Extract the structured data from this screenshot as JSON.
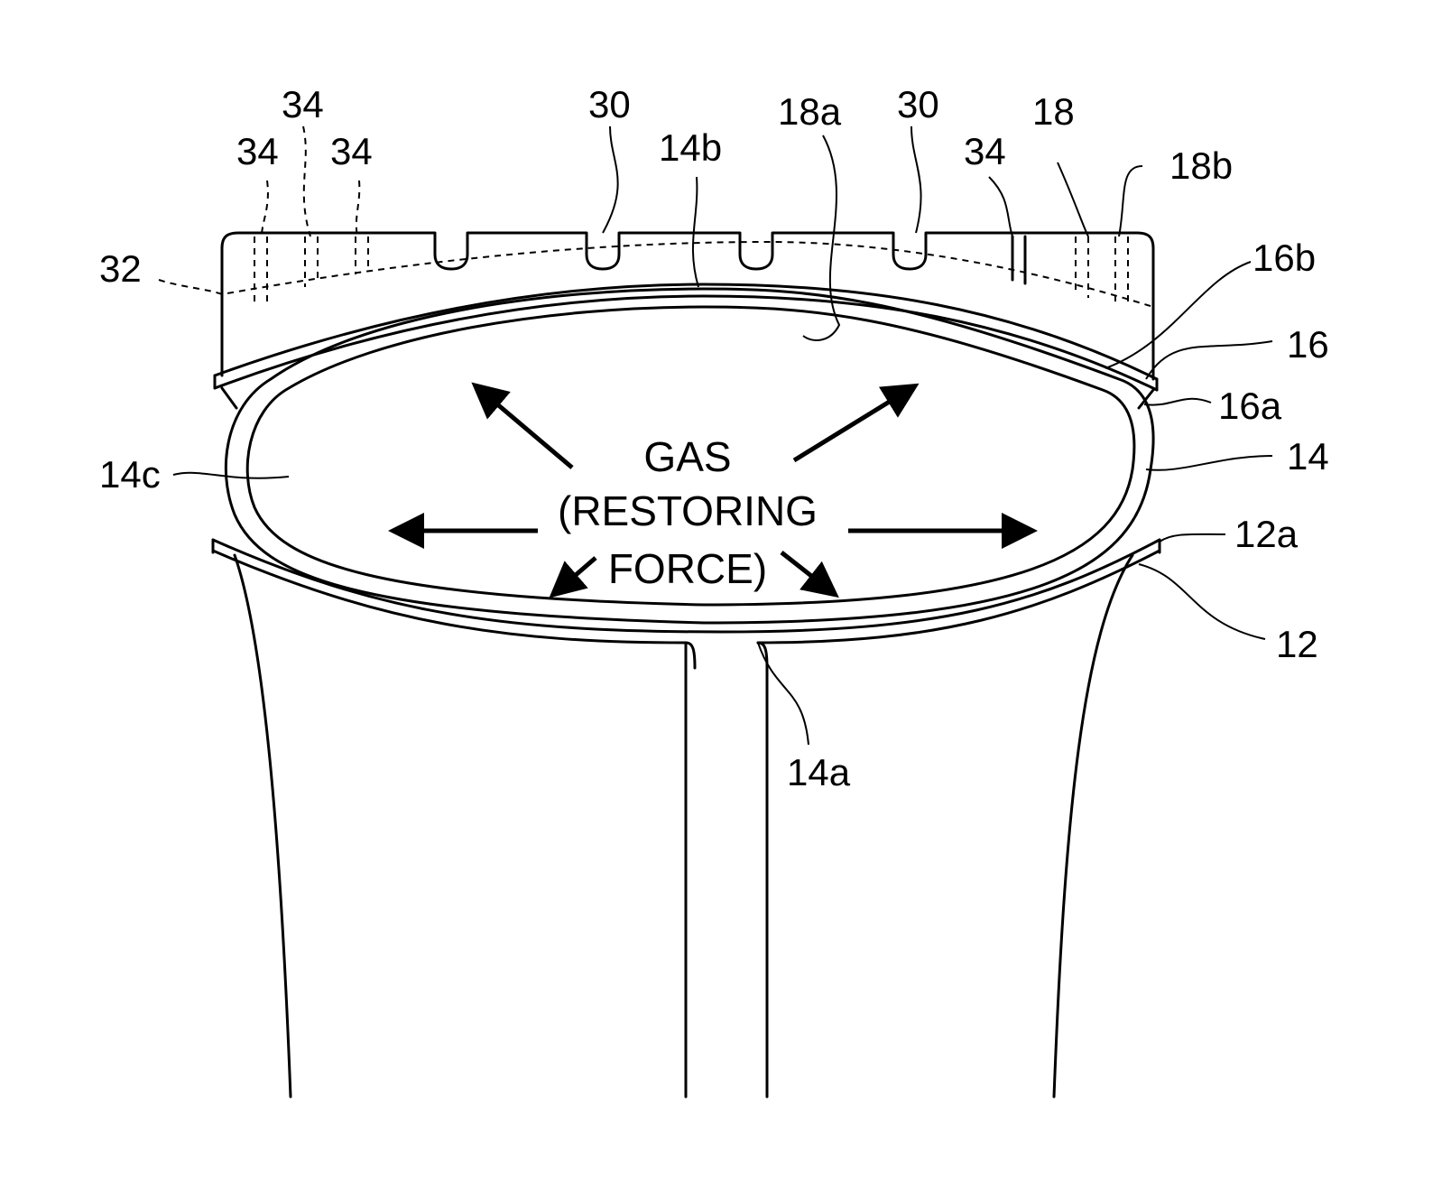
{
  "figure": {
    "labels": {
      "l34_left": "34",
      "l34_top": "34",
      "l34_mid": "34",
      "l30_left": "30",
      "l18a": "18a",
      "l30_right": "30",
      "l18": "18",
      "l18b": "18b",
      "l14b": "14b",
      "l34_right": "34",
      "l32": "32",
      "l16b": "16b",
      "l16": "16",
      "l16a": "16a",
      "l14": "14",
      "l14c": "14c",
      "l12a": "12a",
      "l12": "12",
      "l14a": "14a"
    },
    "gas_text": {
      "line1": "GAS",
      "line2": "(RESTORING",
      "line3": "FORCE)"
    }
  }
}
